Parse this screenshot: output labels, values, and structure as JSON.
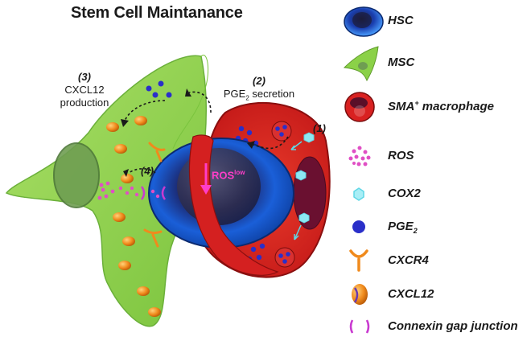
{
  "title": "Stem Cell Maintanance",
  "steps": [
    {
      "num": "(1)",
      "text": ""
    },
    {
      "num": "(2)",
      "text": "PGE",
      "sub": "2",
      "tail": " secretion"
    },
    {
      "num": "(3)",
      "line1": "CXCL12",
      "line2": "production"
    },
    {
      "num": "(4)",
      "text": ""
    }
  ],
  "ros_low": {
    "text": "ROS",
    "sup": "low"
  },
  "legend": [
    {
      "icon": "hsc-cell-icon",
      "label": "HSC"
    },
    {
      "icon": "msc-cell-icon",
      "label": "MSC"
    },
    {
      "icon": "sma-macrophage-icon",
      "label": "SMA",
      "sup": "+",
      "tail": " macrophage"
    },
    {
      "icon": "ros-icon",
      "label": "ROS"
    },
    {
      "icon": "cox2-icon",
      "label": "COX2"
    },
    {
      "icon": "pge2-icon",
      "label": "PGE",
      "sub": "2"
    },
    {
      "icon": "cxcr4-icon",
      "label": "CXCR4"
    },
    {
      "icon": "cxcl12-icon",
      "label": "CXCL12"
    },
    {
      "icon": "connexin-icon",
      "label": "Connexin gap junction"
    }
  ],
  "colors": {
    "hsc": "#1f5fcf",
    "msc": "#8bd148",
    "macrophage": "#d92121",
    "ros": "#e04fc4",
    "cox2": "#5fd7e6",
    "pge2": "#2a2fc9",
    "cxcr4": "#f08a1c",
    "cxcl12": "#f29a20",
    "connexin": "#c93ad0"
  }
}
